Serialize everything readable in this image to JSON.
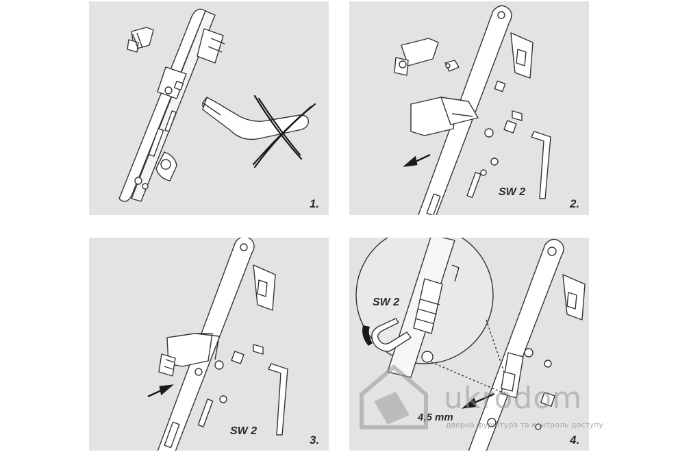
{
  "panels": [
    {
      "step": "1."
    },
    {
      "step": "2.",
      "tool": "SW 2"
    },
    {
      "step": "3.",
      "tool": "SW 2"
    },
    {
      "step": "4.",
      "tool": "SW 2",
      "measure": "4,5 mm"
    }
  ],
  "watermark": {
    "brand": "ukrodom",
    "tagline": "дверна фурнітура та контроль доступу"
  },
  "colors": {
    "panel_bg": "#e3e3e3",
    "line": "#333333",
    "part_fill": "#ffffff",
    "arrow": "#1a1a1a"
  }
}
